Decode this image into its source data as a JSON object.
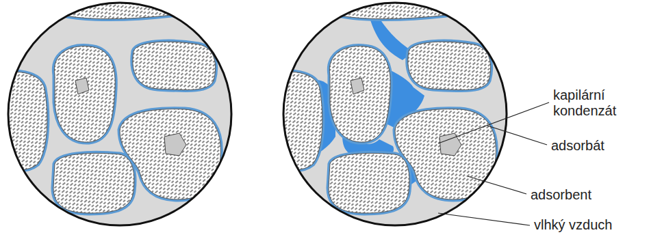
{
  "diagram": {
    "labels": [
      "kapilární kondenzát",
      "adsorbát",
      "adsorbent",
      "vlhký vzduch"
    ]
  }
}
